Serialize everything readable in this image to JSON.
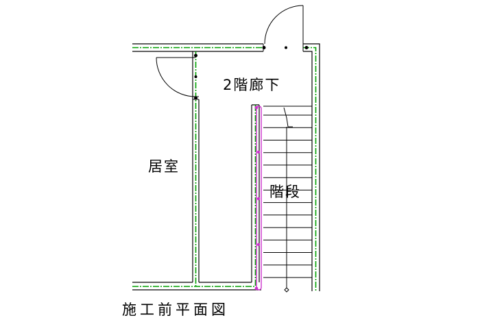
{
  "diagram": {
    "room_labels": {
      "corridor": "2階廊下",
      "living_room": "居室",
      "stairs": "階段"
    },
    "caption": "施工前平面図",
    "colors": {
      "wall_line": "#000000",
      "wall_core": "#00a000",
      "handrail": "#cc33cc",
      "background": "#ffffff"
    },
    "stair_tread_count": 14
  }
}
